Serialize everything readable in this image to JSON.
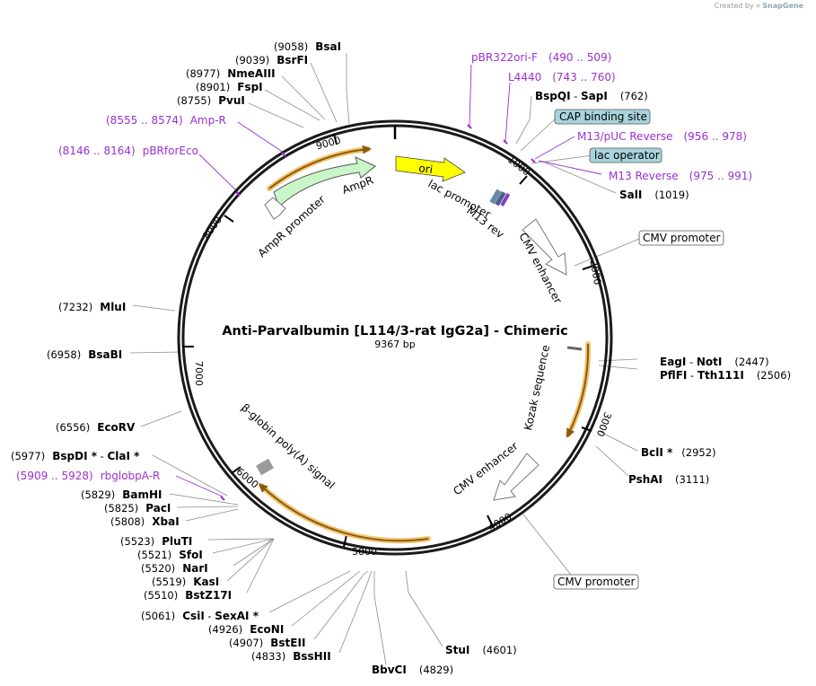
{
  "credit": {
    "prefix": "Created by",
    "brand": "SnapGene"
  },
  "plasmid": {
    "name": "Anti-Parvalbumin [L114/3-rat IgG2a] - Chimeric",
    "size": "9367 bp"
  },
  "ticks": [
    "1000",
    "2000",
    "3000",
    "4000",
    "5000",
    "6000",
    "7000",
    "8000",
    "9000"
  ],
  "sites": [
    {
      "name": "BsaI",
      "pos": "(9058)"
    },
    {
      "name": "BsrFI",
      "pos": "(9039)"
    },
    {
      "name": "NmeAIII",
      "pos": "(8977)"
    },
    {
      "name": "FspI",
      "pos": "(8901)"
    },
    {
      "name": "PvuI",
      "pos": "(8755)"
    },
    {
      "name": "BspQI",
      "sep": " - ",
      "name2": "SapI",
      "pos": "(762)"
    },
    {
      "name": "SalI",
      "pos": "(1019)"
    },
    {
      "name": "EagI",
      "sep": " - ",
      "name2": "NotI",
      "pos": "(2447)"
    },
    {
      "name": "PflFI",
      "sep": " - ",
      "name2": "Tth111I",
      "pos": "(2506)"
    },
    {
      "name": "BclI *",
      "pos": "(2952)"
    },
    {
      "name": "PshAI",
      "pos": "(3111)"
    },
    {
      "name": "StuI",
      "pos": "(4601)"
    },
    {
      "name": "BbvCI",
      "pos": "(4829)"
    },
    {
      "name": "BssHII",
      "pos": "(4833)"
    },
    {
      "name": "BstEII",
      "pos": "(4907)"
    },
    {
      "name": "EcoNI",
      "pos": "(4926)"
    },
    {
      "name": "CsiI",
      "sep": " - ",
      "name2": "SexAI *",
      "pos": "(5061)"
    },
    {
      "name": "BstZ17I",
      "pos": "(5510)"
    },
    {
      "name": "KasI",
      "pos": "(5519)"
    },
    {
      "name": "NarI",
      "pos": "(5520)"
    },
    {
      "name": "SfoI",
      "pos": "(5521)"
    },
    {
      "name": "PluTI",
      "pos": "(5523)"
    },
    {
      "name": "XbaI",
      "pos": "(5808)"
    },
    {
      "name": "PacI",
      "pos": "(5825)"
    },
    {
      "name": "BamHI",
      "pos": "(5829)"
    },
    {
      "name": "BspDI *",
      "sep": " - ",
      "name2": "ClaI *",
      "pos": "(5977)"
    },
    {
      "name": "EcoRV",
      "pos": "(6556)"
    },
    {
      "name": "BsaBI",
      "pos": "(6958)"
    },
    {
      "name": "MluI",
      "pos": "(7232)"
    }
  ],
  "primers": [
    {
      "name": "pBR322ori-F",
      "range": "(490 .. 509)"
    },
    {
      "name": "L4440",
      "range": "(743 .. 760)"
    },
    {
      "name": "M13/pUC Reverse",
      "range": "(956 .. 978)"
    },
    {
      "name": "M13 Reverse",
      "range": "(975 .. 991)"
    },
    {
      "name": "Amp-R",
      "range": "(8555 .. 8574)"
    },
    {
      "name": "pBRforEco",
      "range": "(8146 .. 8164)"
    },
    {
      "name": "rbglobpA-R",
      "range": "(5909 .. 5928)"
    }
  ],
  "boxed_features": [
    {
      "label": "CAP binding site",
      "color": "#a9d4dc"
    },
    {
      "label": "lac operator",
      "color": "#a9d4dc"
    },
    {
      "label": "CMV promoter",
      "color": "#ffffff"
    },
    {
      "label": "CMV promoter",
      "color": "#ffffff"
    }
  ],
  "features": {
    "ori": "ori",
    "lac_promoter": "lac promoter",
    "m13_rev": "M13 rev",
    "cmv_enhancer_1": "CMV enhancer",
    "kozak": "Kozak sequence",
    "cmv_enhancer_2": "CMV enhancer",
    "beta_globin": "β-globin poly(A) signal",
    "ampr": "AmpR",
    "ampr_promoter": "AmpR promoter"
  },
  "colors": {
    "primer": "#9b30d0",
    "ori": "#ffff00",
    "ampr": "#c9f5c8",
    "orf_glow": "#f2c36b",
    "lac_op_box": "#a9d4dc"
  }
}
